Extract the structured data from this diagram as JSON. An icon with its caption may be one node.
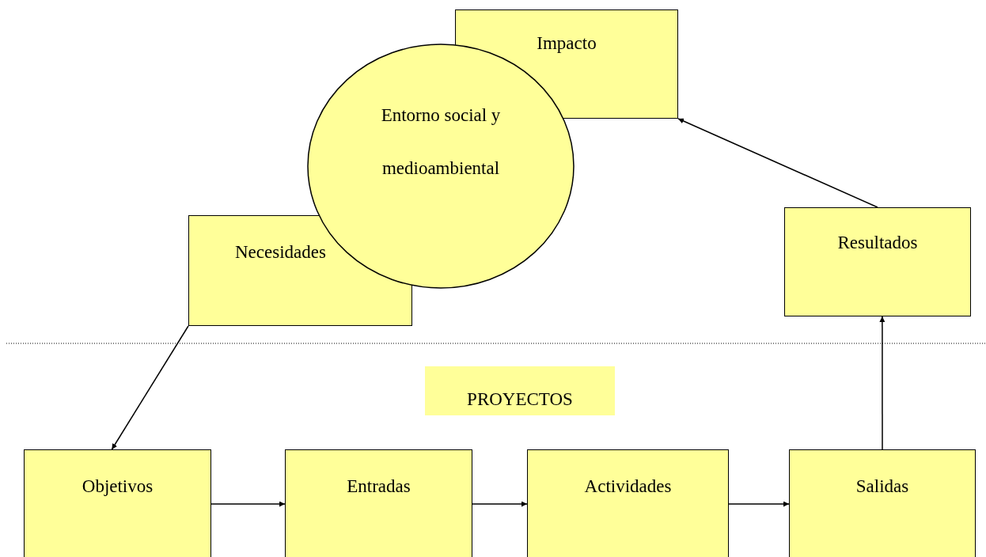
{
  "diagram": {
    "nodes": [
      {
        "text": [
          "Impacto"
        ]
      },
      {
        "text": [
          "Entorno social y medioambiental"
        ]
      },
      {
        "text": [
          "Resultados"
        ]
      },
      {
        "text": [
          "Necesidades"
        ]
      },
      {
        "text": [
          "PROYECTOS"
        ]
      },
      {
        "text": [
          "Objetivos"
        ]
      },
      {
        "text": [
          "Entradas"
        ]
      },
      {
        "text": [
          "Actividades"
        ]
      },
      {
        "text": [
          "Salidas"
        ]
      }
    ],
    "edges": [
      {
        "from": 3,
        "to": 5,
        "arrow": "to"
      },
      {
        "from": 5,
        "to": 6,
        "arrow": "to"
      },
      {
        "from": 6,
        "to": 7,
        "arrow": "to"
      },
      {
        "from": 7,
        "to": 8,
        "arrow": "to"
      },
      {
        "from": 8,
        "to": 2,
        "arrow": "to"
      },
      {
        "from": 2,
        "to": 0,
        "arrow": "to"
      }
    ]
  }
}
